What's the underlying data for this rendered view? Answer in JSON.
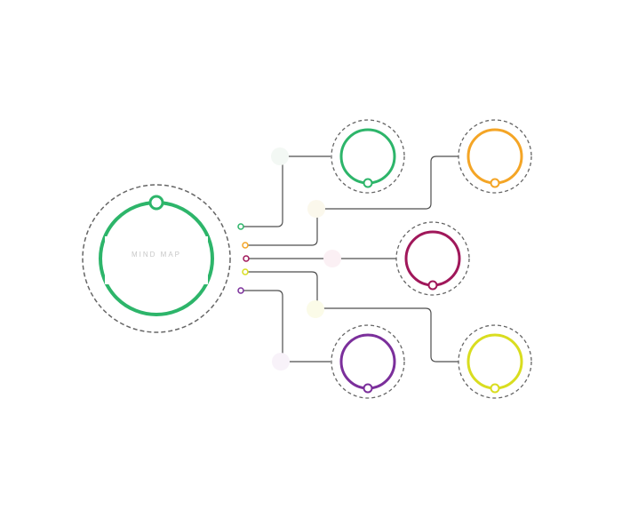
{
  "diagram": {
    "hub": {
      "label": "MIND MAP",
      "color": "#2db56a"
    },
    "nodes": [
      {
        "id": "node-1",
        "color": "#2db56a"
      },
      {
        "id": "node-2",
        "color": "#f4a526"
      },
      {
        "id": "node-3",
        "color": "#a0175a"
      },
      {
        "id": "node-4",
        "color": "#d9dd1f"
      },
      {
        "id": "node-5",
        "color": "#7b2f9b"
      }
    ],
    "colors": {
      "dashed_ring": "#666666",
      "connector": "#4d4d4d"
    }
  }
}
